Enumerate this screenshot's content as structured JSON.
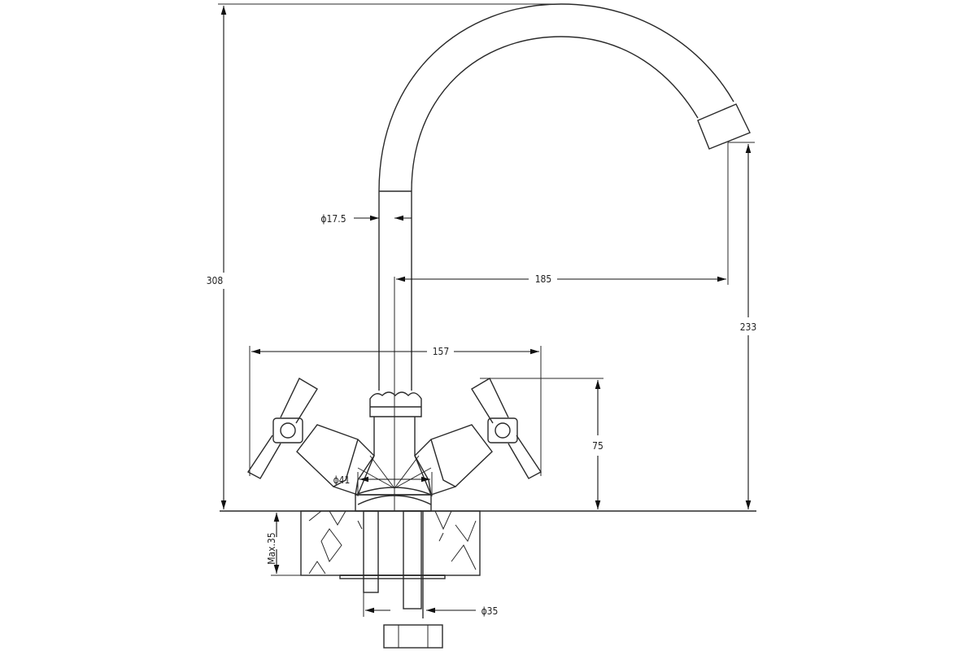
{
  "drawing": {
    "title": "Faucet technical drawing",
    "dimensions": {
      "total_height": "308",
      "pipe_diameter": "ϕ17.5",
      "spout_reach": "185",
      "spout_height": "233",
      "handle_span": "157",
      "handle_height": "75",
      "base_diameter": "ϕ41",
      "max_counter_thickness": "Max.35",
      "hole_diameter": "ϕ35"
    }
  }
}
